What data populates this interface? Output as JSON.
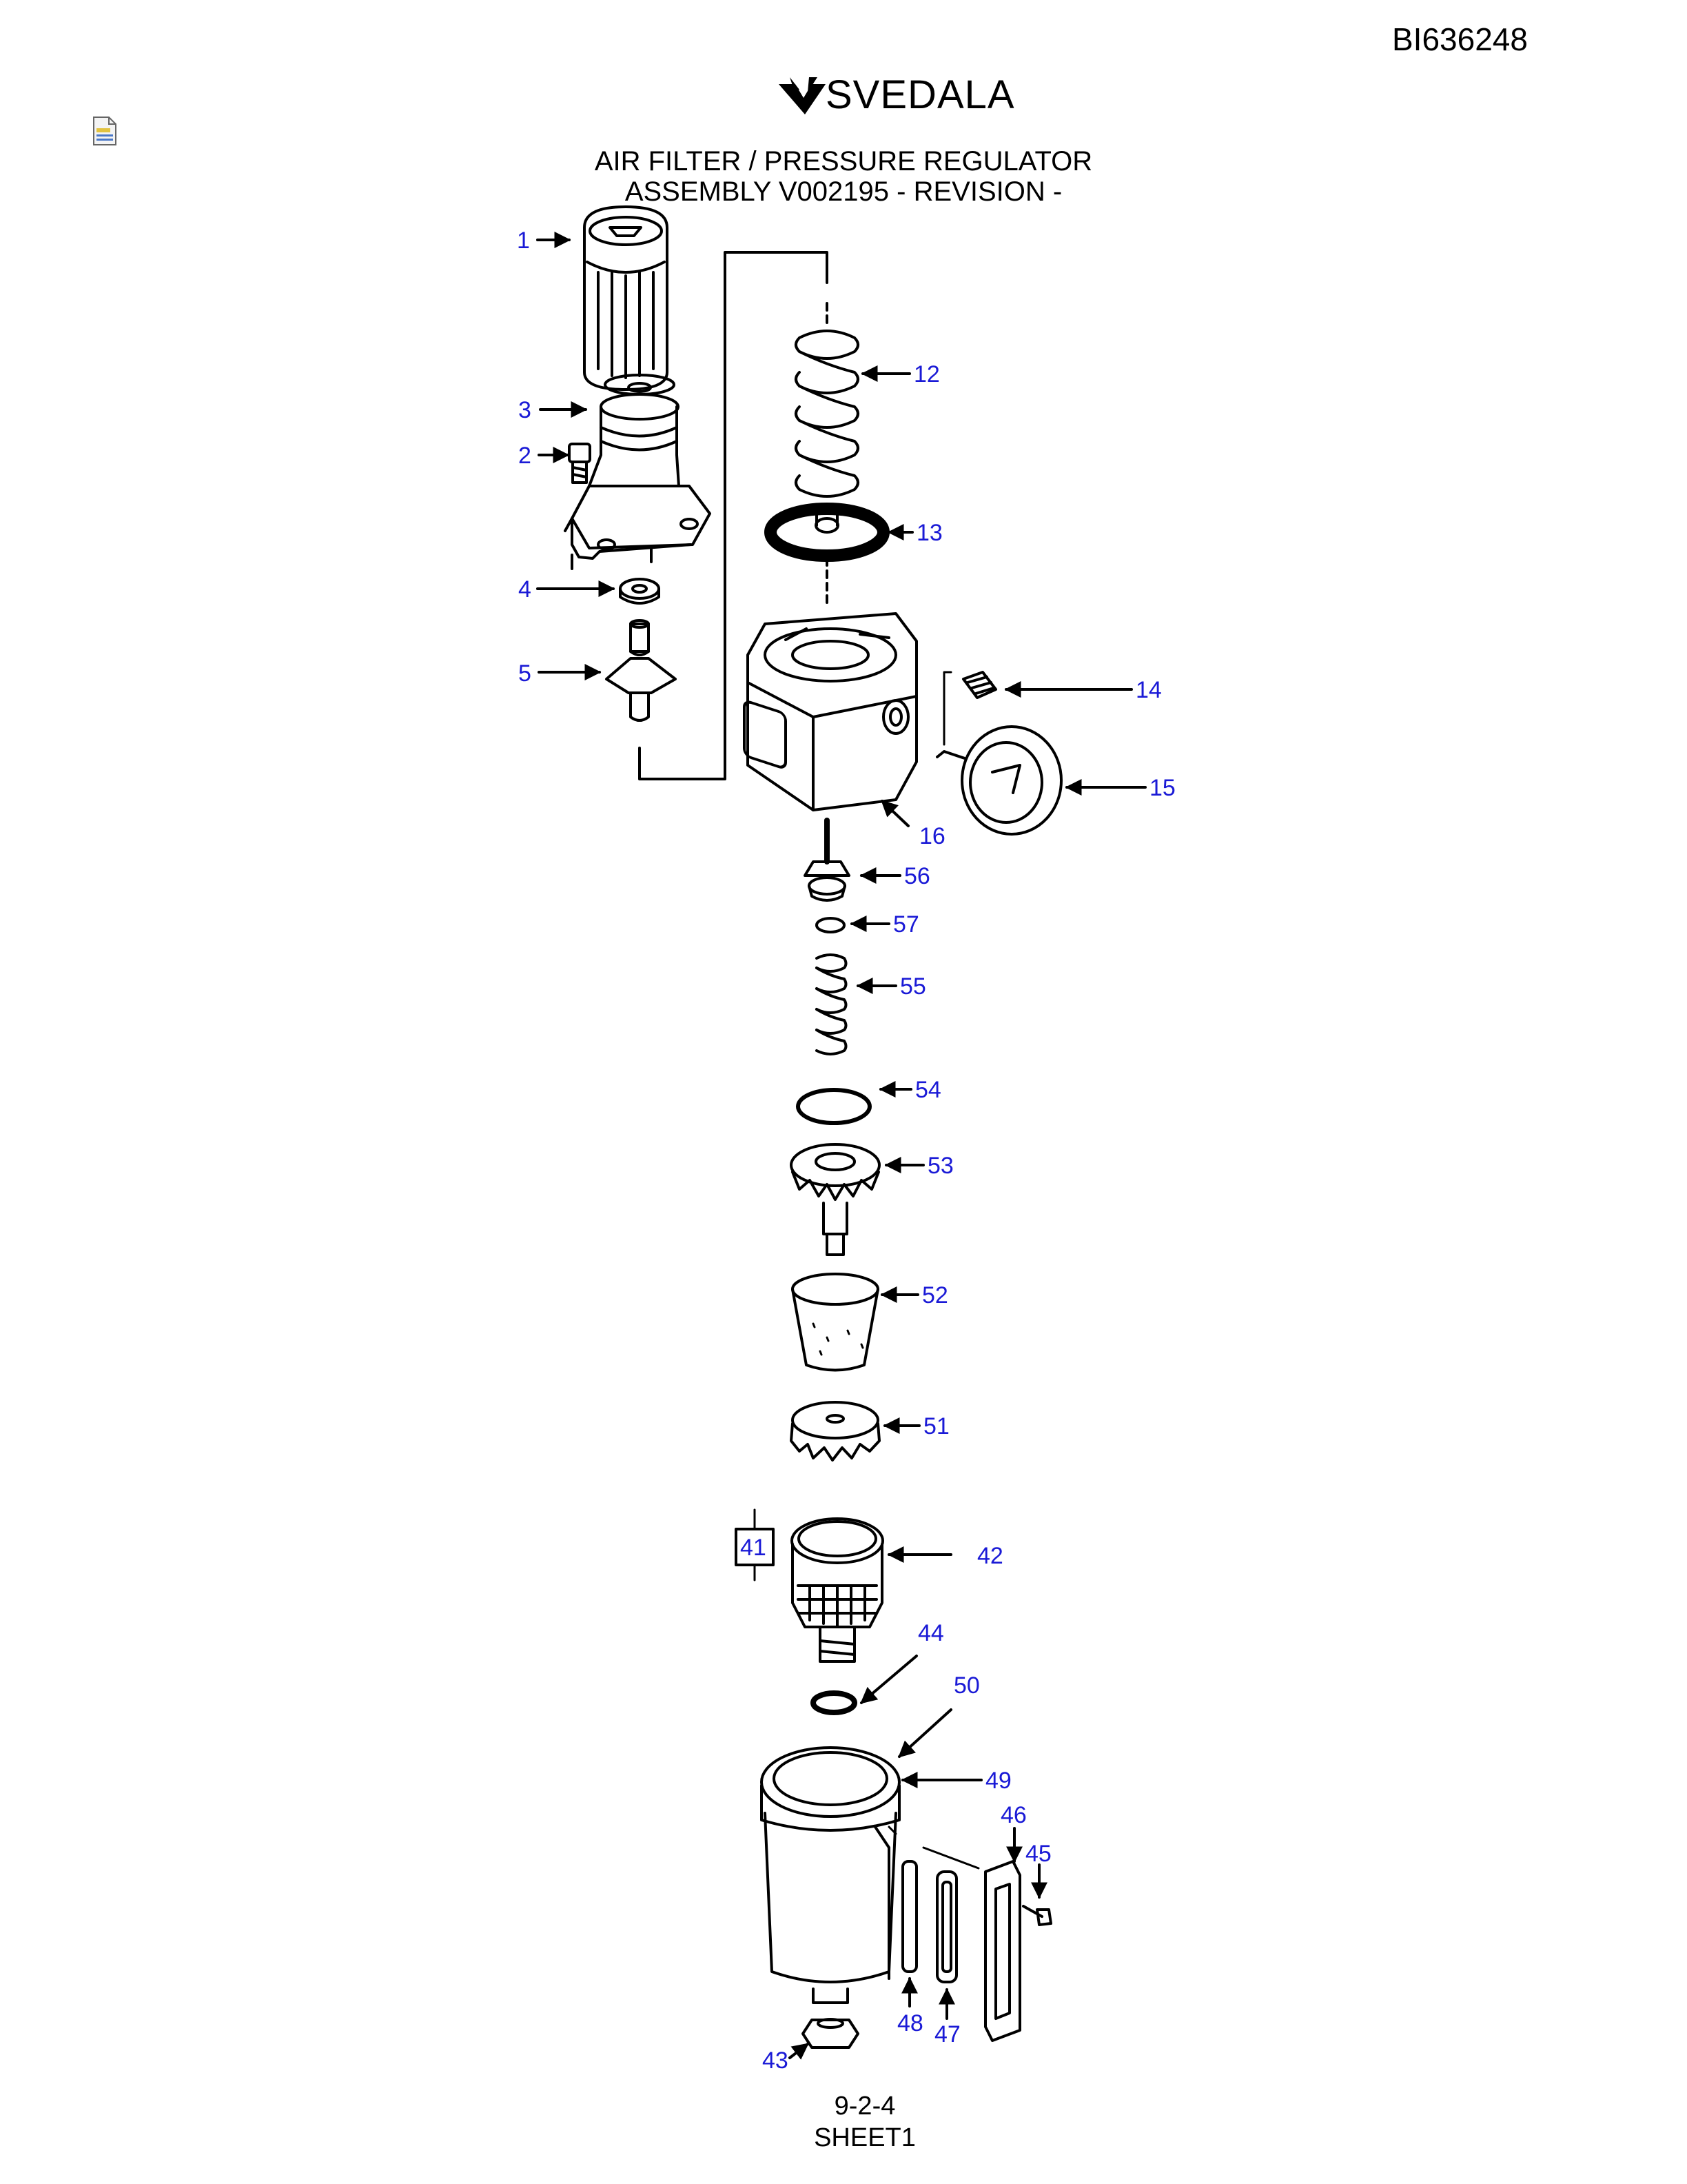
{
  "document": {
    "doc_id": "BI636248",
    "brand": "SVEDALA",
    "title_line1": "AIR FILTER / PRESSURE REGULATOR",
    "title_line2": "ASSEMBLY V002195 - REVISION -",
    "page_ref": "9-2-4",
    "sheet": "SHEET1"
  },
  "colors": {
    "callout": "#1a1ad6",
    "linework": "#000000",
    "background": "#ffffff"
  },
  "icons": [
    "svedala-logo-mark",
    "attachment-file-icon"
  ],
  "callouts": [
    {
      "id": "c1",
      "label": "1"
    },
    {
      "id": "c2",
      "label": "2"
    },
    {
      "id": "c3",
      "label": "3"
    },
    {
      "id": "c4",
      "label": "4"
    },
    {
      "id": "c5",
      "label": "5"
    },
    {
      "id": "c12",
      "label": "12"
    },
    {
      "id": "c13",
      "label": "13"
    },
    {
      "id": "c14",
      "label": "14"
    },
    {
      "id": "c15",
      "label": "15"
    },
    {
      "id": "c16",
      "label": "16"
    },
    {
      "id": "c56",
      "label": "56"
    },
    {
      "id": "c57",
      "label": "57"
    },
    {
      "id": "c55",
      "label": "55"
    },
    {
      "id": "c54",
      "label": "54"
    },
    {
      "id": "c53",
      "label": "53"
    },
    {
      "id": "c52",
      "label": "52"
    },
    {
      "id": "c51",
      "label": "51"
    },
    {
      "id": "c41",
      "label": "41"
    },
    {
      "id": "c42",
      "label": "42"
    },
    {
      "id": "c44",
      "label": "44"
    },
    {
      "id": "c50",
      "label": "50"
    },
    {
      "id": "c49",
      "label": "49"
    },
    {
      "id": "c46",
      "label": "46"
    },
    {
      "id": "c45",
      "label": "45"
    },
    {
      "id": "c48",
      "label": "48"
    },
    {
      "id": "c47",
      "label": "47"
    },
    {
      "id": "c43",
      "label": "43"
    }
  ]
}
